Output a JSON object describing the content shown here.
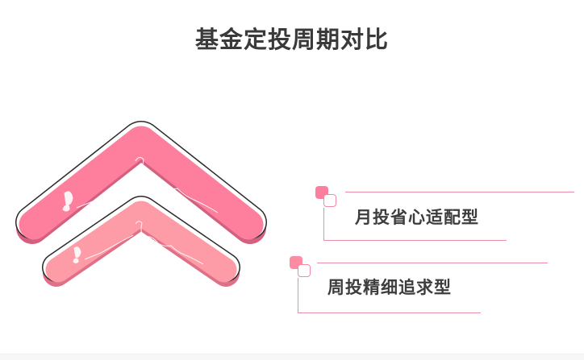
{
  "title": "基金定投周期对比",
  "colors": {
    "primary_pink": "#fd7f9d",
    "secondary_pink": "#fd9ca6",
    "line_pink": "#ec8fa6",
    "outline": "#2b2b2b",
    "title_text": "#3a3a3a"
  },
  "diagram": {
    "type": "stacked-chevron-comparison",
    "chevrons": [
      {
        "position": "top",
        "color": "#fd7f9d",
        "decoration": "white line-art butterfly and flower"
      },
      {
        "position": "bottom",
        "color": "#fd9ca6",
        "decoration": "white line-art butterfly and flower"
      }
    ],
    "items": [
      {
        "label": "月投省心适配型",
        "icon": "overlapping-squares-icon",
        "accent": "#fd7f9d"
      },
      {
        "label": "周投精细追求型",
        "icon": "overlapping-squares-icon",
        "accent": "#fd8ca3"
      }
    ]
  }
}
